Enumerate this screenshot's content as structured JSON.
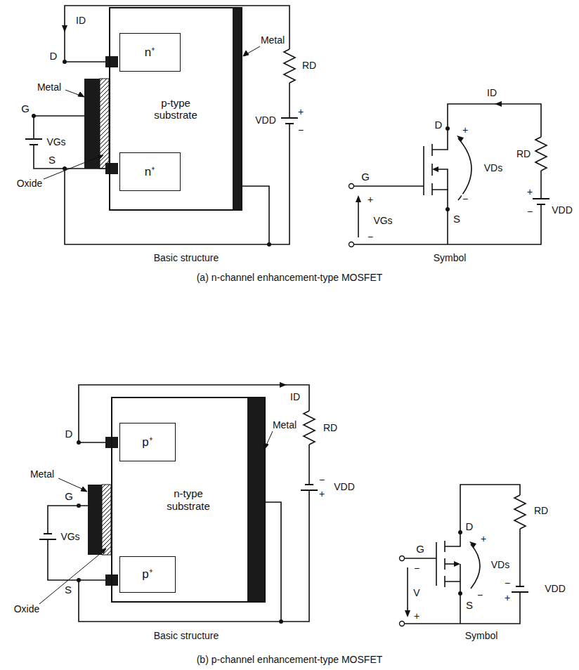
{
  "diagram": {
    "nodes": [
      {
        "text": [
          "p-type substrate"
        ]
      },
      {
        "text": [
          "n⁺"
        ],
        "in": 0
      },
      {
        "text": [
          "n⁺"
        ],
        "in": 0
      },
      {
        "text": [
          "n-type substrate"
        ]
      },
      {
        "text": [
          "p⁺"
        ],
        "in": 3
      },
      {
        "text": [
          "p⁺"
        ],
        "in": 3
      }
    ],
    "labels": [
      "ID",
      "D",
      "Metal",
      "G",
      "VGs",
      "S",
      "Oxide",
      "Metal",
      "RD",
      "VDD",
      "+",
      "−",
      "Basic structure",
      "ID",
      "D",
      "+",
      "VDs",
      "−",
      "RD",
      "G",
      "+",
      "VGs",
      "−",
      "S",
      "+",
      "VDD",
      "−",
      "Symbol",
      "(a) n-channel enhancement-type MOSFET",
      "ID",
      "D",
      "Metal",
      "G",
      "VGs",
      "S",
      "Oxide",
      "Metal",
      "RD",
      "−",
      "VDD",
      "+",
      "Basic structure",
      "D",
      "+",
      "RD",
      "VDs",
      "G",
      "−",
      "V",
      "−",
      "S",
      "−",
      "VDD",
      "+",
      "+",
      "Symbol",
      "(b) p-channel enhancement-type MOSFET"
    ]
  }
}
